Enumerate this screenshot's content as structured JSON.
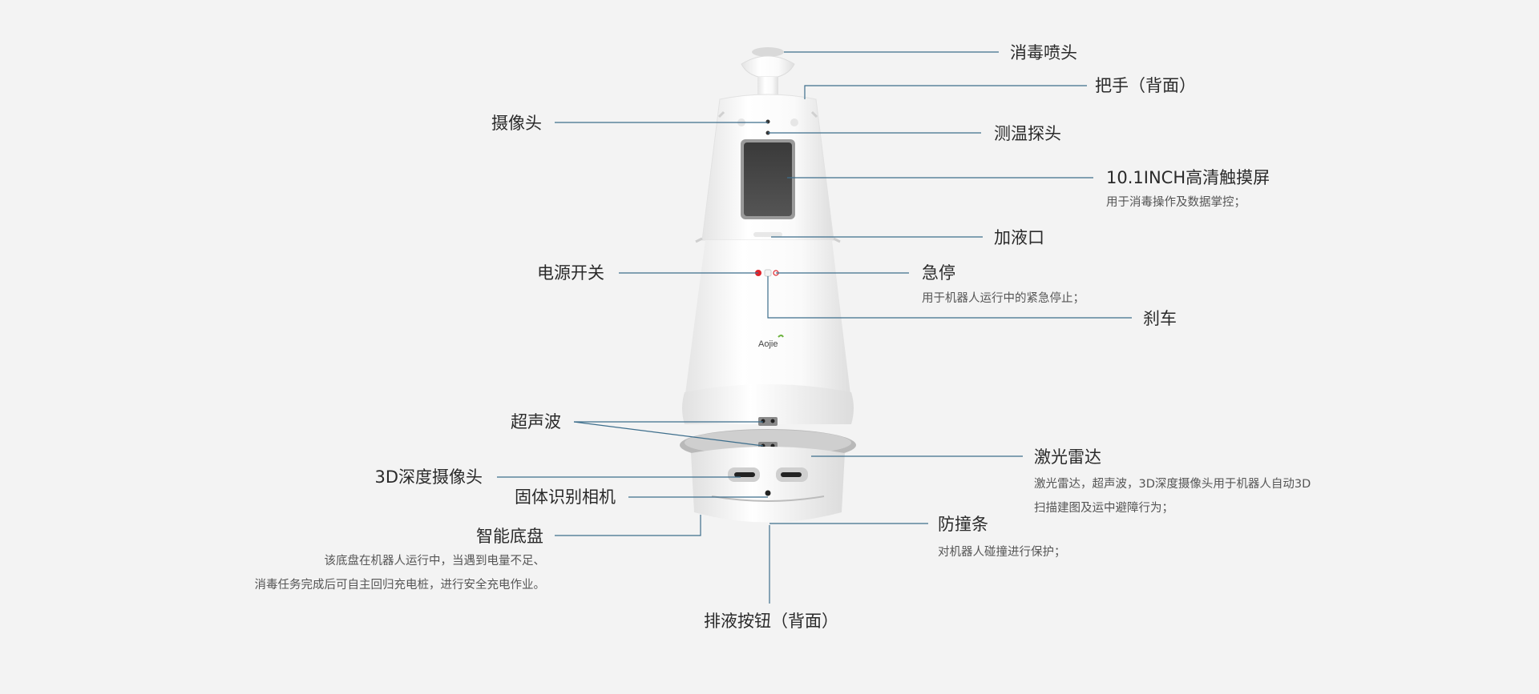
{
  "robot": {
    "logo_text": "Aojie"
  },
  "labels": {
    "spray_head": "消毒喷头",
    "handle_back": "把手（背面）",
    "camera": "摄像头",
    "temp_probe": "测温探头",
    "touch_screen": "10.1INCH高清触摸屏",
    "touch_screen_desc": "用于消毒操作及数据掌控；",
    "liquid_inlet": "加液口",
    "power_switch": "电源开关",
    "emergency_stop": "急停",
    "emergency_stop_desc": "用于机器人运行中的紧急停止；",
    "brake": "刹车",
    "ultrasonic": "超声波",
    "lidar": "激光雷达",
    "lidar_desc_1": "激光雷达，超声波，3D深度摄像头用于机器人自动3D",
    "lidar_desc_2": "扫描建图及运中避障行为；",
    "depth_camera": "3D深度摄像头",
    "fixed_camera": "固体识别相机",
    "chassis": "智能底盘",
    "chassis_desc_1": "该底盘在机器人运行中，当遇到电量不足、",
    "chassis_desc_2": "消毒任务完成后可自主回归充电桩，进行安全充电作业。",
    "bumper": "防撞条",
    "bumper_desc": "对机器人碰撞进行保护；",
    "drain_button": "排液按钮（背面）"
  },
  "colors": {
    "background": "#f3f3f3",
    "leader_line": "#3d6e8c",
    "robot_body": "#ffffff",
    "screen": "#444444",
    "power_button": "#e0232b"
  }
}
